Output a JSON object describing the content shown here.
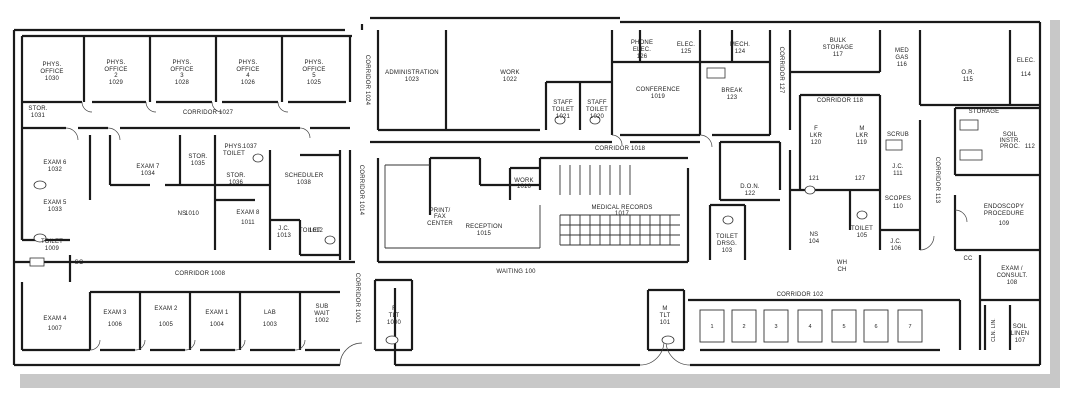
{
  "rooms": [
    {
      "id": "phys-office-1030",
      "lines": [
        "PHYS.",
        "OFFICE",
        "1030"
      ]
    },
    {
      "id": "phys-office-1029",
      "lines": [
        "PHYS.",
        "OFFICE",
        "2",
        "1029"
      ]
    },
    {
      "id": "phys-office-1028",
      "lines": [
        "PHYS.",
        "OFFICE",
        "3",
        "1028"
      ]
    },
    {
      "id": "phys-office-1026",
      "lines": [
        "PHYS.",
        "OFFICE",
        "4",
        "1026"
      ]
    },
    {
      "id": "phys-office-1025",
      "lines": [
        "PHYS.",
        "OFFICE",
        "5",
        "1025"
      ]
    },
    {
      "id": "stor-1031",
      "lines": [
        "STOR.",
        "1031"
      ]
    },
    {
      "id": "corridor-1027",
      "lines": [
        "CORRIDOR 1027"
      ]
    },
    {
      "id": "corridor-1024",
      "lines": [
        "CORRIDOR 1024"
      ]
    },
    {
      "id": "administration",
      "lines": [
        "ADMINISTRATION",
        "1023"
      ]
    },
    {
      "id": "work-1022",
      "lines": [
        "WORK",
        "1022"
      ]
    },
    {
      "id": "phone-elec",
      "lines": [
        "PHONE",
        "ELEC.",
        "126"
      ]
    },
    {
      "id": "elec-125",
      "lines": [
        "ELEC.",
        "125"
      ]
    },
    {
      "id": "mech-124",
      "lines": [
        "MECH.",
        "124"
      ]
    },
    {
      "id": "corridor-127",
      "lines": [
        "CORRIDOR 127"
      ]
    },
    {
      "id": "bulk-storage",
      "lines": [
        "BULK",
        "STORAGE",
        "117"
      ]
    },
    {
      "id": "med-gas",
      "lines": [
        "MED",
        "GAS",
        "116"
      ]
    },
    {
      "id": "or-115",
      "lines": [
        "O.R.",
        "115"
      ]
    },
    {
      "id": "elec-114",
      "lines": [
        "ELEC.",
        "114"
      ]
    },
    {
      "id": "staff-toilet-1021",
      "lines": [
        "STAFF",
        "TOILET",
        "1021"
      ]
    },
    {
      "id": "staff-toilet-1020",
      "lines": [
        "STAFF",
        "TOILET",
        "1020"
      ]
    },
    {
      "id": "conference",
      "lines": [
        "CONFERENCE",
        "1019"
      ]
    },
    {
      "id": "break-123",
      "lines": [
        "BREAK",
        "123"
      ]
    },
    {
      "id": "corridor-118",
      "lines": [
        "CORRIDOR 118"
      ]
    },
    {
      "id": "storage",
      "lines": [
        "STORAGE"
      ]
    },
    {
      "id": "soil-instr-proc",
      "lines": [
        "SOIL",
        "INSTR.",
        "PROC.",
        "112"
      ]
    },
    {
      "id": "corridor-1018",
      "lines": [
        "CORRIDOR 1018"
      ]
    },
    {
      "id": "exam-6",
      "lines": [
        "EXAM 6",
        "1032"
      ]
    },
    {
      "id": "exam-7",
      "lines": [
        "EXAM 7",
        "1034"
      ]
    },
    {
      "id": "stor-1035",
      "lines": [
        "STOR.",
        "1035"
      ]
    },
    {
      "id": "phys-toilet",
      "lines": [
        "PHYS.",
        "TOILET",
        "1037"
      ]
    },
    {
      "id": "stor-1036",
      "lines": [
        "STOR.",
        "1036"
      ]
    },
    {
      "id": "scheduler",
      "lines": [
        "SCHEDULER",
        "1038"
      ]
    },
    {
      "id": "f-lkr",
      "lines": [
        "F",
        "LKR",
        "120"
      ]
    },
    {
      "id": "m-lkr",
      "lines": [
        "M",
        "LKR",
        "119"
      ]
    },
    {
      "id": "scrub",
      "lines": [
        "SCRUB"
      ]
    },
    {
      "id": "jc-111",
      "lines": [
        "J.C.",
        "111"
      ]
    },
    {
      "id": "corridor-113",
      "lines": [
        "CORRIDOR 113"
      ]
    },
    {
      "id": "exam-5",
      "lines": [
        "EXAM 5",
        "1033"
      ]
    },
    {
      "id": "ns-1010",
      "lines": [
        "NS",
        "1010"
      ]
    },
    {
      "id": "exam-8",
      "lines": [
        "EXAM 8",
        "1011"
      ]
    },
    {
      "id": "corridor-1014",
      "lines": [
        "CORRIDOR 1014"
      ]
    },
    {
      "id": "print-fax",
      "lines": [
        "PRINT/",
        "FAX",
        "CENTER"
      ]
    },
    {
      "id": "work-1016",
      "lines": [
        "WORK",
        "1016"
      ]
    },
    {
      "id": "medical-records",
      "lines": [
        "MEDICAL RECORDS",
        "1017"
      ]
    },
    {
      "id": "don-122",
      "lines": [
        "D.O.N.",
        "122"
      ]
    },
    {
      "id": "room-121",
      "lines": [
        "121"
      ]
    },
    {
      "id": "room-127b",
      "lines": [
        "127"
      ]
    },
    {
      "id": "scopes",
      "lines": [
        "SCOPES",
        "110"
      ]
    },
    {
      "id": "endoscopy",
      "lines": [
        "ENDOSCOPY",
        "PROCEDURE",
        "109"
      ]
    },
    {
      "id": "reception",
      "lines": [
        "RECEPTION",
        "1015"
      ]
    },
    {
      "id": "toilet-1009",
      "lines": [
        "TOILET",
        "1009"
      ]
    },
    {
      "id": "jc-1013",
      "lines": [
        "J.C.",
        "1013"
      ]
    },
    {
      "id": "toilet-1012",
      "lines": [
        "TOILET",
        "1012"
      ]
    },
    {
      "id": "toilet-drsg",
      "lines": [
        "TOILET",
        "DRSG.",
        "103"
      ]
    },
    {
      "id": "ns-104",
      "lines": [
        "NS",
        "104"
      ]
    },
    {
      "id": "toilet-105",
      "lines": [
        "TOILET",
        "105"
      ]
    },
    {
      "id": "jc-106",
      "lines": [
        "J.C.",
        "106"
      ]
    },
    {
      "id": "wh-ch",
      "lines": [
        "WH",
        "CH"
      ]
    },
    {
      "id": "sc",
      "lines": [
        "SC"
      ]
    },
    {
      "id": "cc",
      "lines": [
        "CC"
      ]
    },
    {
      "id": "corridor-1008",
      "lines": [
        "CORRIDOR 1008"
      ]
    },
    {
      "id": "waiting",
      "lines": [
        "WAITING 100"
      ]
    },
    {
      "id": "corridor-1001",
      "lines": [
        "CORRIDOR 1001"
      ]
    },
    {
      "id": "corridor-102",
      "lines": [
        "CORRIDOR 102"
      ]
    },
    {
      "id": "exam-consult",
      "lines": [
        "EXAM /",
        "CONSULT.",
        "108"
      ]
    },
    {
      "id": "exam-4",
      "lines": [
        "EXAM 4",
        "1007"
      ]
    },
    {
      "id": "exam-3",
      "lines": [
        "EXAM 3",
        "1006"
      ]
    },
    {
      "id": "exam-2",
      "lines": [
        "EXAM 2",
        "1005"
      ]
    },
    {
      "id": "exam-1",
      "lines": [
        "EXAM 1",
        "1004"
      ]
    },
    {
      "id": "lab",
      "lines": [
        "LAB",
        "1003"
      ]
    },
    {
      "id": "sub-wait",
      "lines": [
        "SUB",
        "WAIT",
        "1002"
      ]
    },
    {
      "id": "f-tlt",
      "lines": [
        "F",
        "TLT",
        "1000"
      ]
    },
    {
      "id": "m-tlt",
      "lines": [
        "M",
        "TLT",
        "101"
      ]
    },
    {
      "id": "soil-linen",
      "lines": [
        "SOIL",
        "LINEN",
        "107"
      ]
    },
    {
      "id": "cln-lin",
      "lines": [
        "CLN. LIN."
      ]
    }
  ],
  "bays": [
    "1",
    "2",
    "3",
    "4",
    "5",
    "6",
    "7"
  ]
}
